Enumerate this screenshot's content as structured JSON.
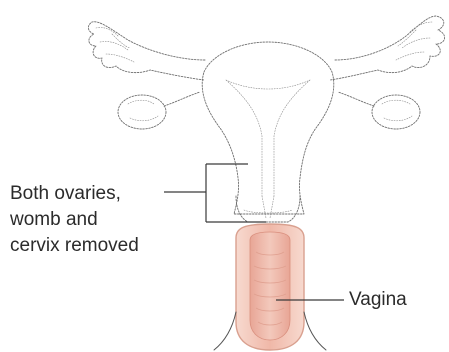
{
  "labels": {
    "removed": [
      "Both ovaries,",
      "womb and",
      "cervix removed"
    ],
    "vagina": "Vagina"
  },
  "colors": {
    "vagina_fill": "#f2c4b4",
    "vagina_inner": "#e69a8a",
    "vagina_outline": "#d9a08f",
    "ghost_outline": "#6f6f6f",
    "text": "#2b2b2b"
  }
}
